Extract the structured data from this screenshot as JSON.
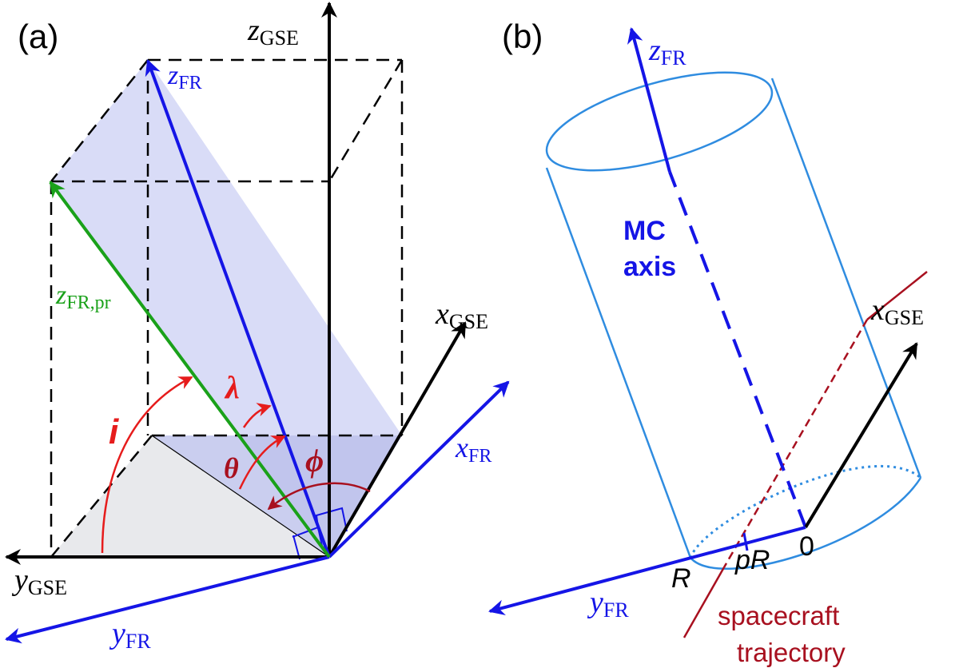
{
  "panel_a": {
    "label": "(a)",
    "axes": {
      "z_gse": {
        "main": "z",
        "sub": "GSE"
      },
      "x_gse": {
        "main": "x",
        "sub": "GSE"
      },
      "y_gse": {
        "main": "y",
        "sub": "GSE"
      },
      "z_fr": {
        "main": "z",
        "sub": "FR"
      },
      "x_fr": {
        "main": "x",
        "sub": "FR"
      },
      "y_fr": {
        "main": "y",
        "sub": "FR"
      },
      "z_fr_pr": {
        "main": "z",
        "sub": "FR,pr"
      }
    },
    "angles": {
      "i": "i",
      "lambda": "λ",
      "theta": "θ",
      "phi": "ϕ"
    }
  },
  "panel_b": {
    "label": "(b)",
    "axes": {
      "z_fr": {
        "main": "z",
        "sub": "FR"
      },
      "x_gse": {
        "main": "x",
        "sub": "GSE"
      },
      "y_fr": {
        "main": "y",
        "sub": "FR"
      }
    },
    "mc_axis": {
      "line1": "MC",
      "line2": "axis"
    },
    "points": {
      "origin": "0",
      "R": "R",
      "pR": "pR"
    },
    "trajectory": {
      "line1": "spacecraft",
      "line2": "trajectory"
    }
  },
  "colors": {
    "black": "#000000",
    "blue": "#1515e6",
    "green": "#1aa11a",
    "red": "#e61c1c",
    "dark_red": "#a8101f",
    "cylinder": "#2f8ce0",
    "plane_fill": "#d9dcf7",
    "plane_dark": "#b8bee9",
    "ground_fill": "#e8e9ec"
  }
}
